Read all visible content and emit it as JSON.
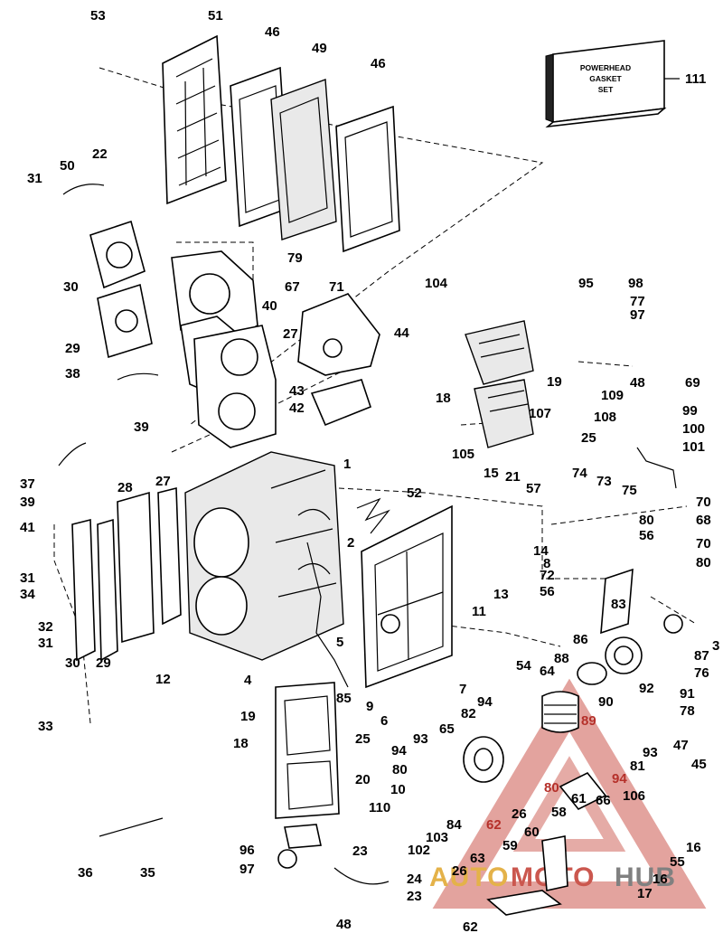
{
  "callouts": [
    {
      "id": "c53",
      "text": "53"
    },
    {
      "id": "c51",
      "text": "51"
    },
    {
      "id": "c46a",
      "text": "46"
    },
    {
      "id": "c49",
      "text": "49"
    },
    {
      "id": "c46b",
      "text": "46"
    },
    {
      "id": "c111",
      "text": "111"
    },
    {
      "id": "c31a",
      "text": "31"
    },
    {
      "id": "c50",
      "text": "50"
    },
    {
      "id": "c22",
      "text": "22"
    },
    {
      "id": "c79",
      "text": "79"
    },
    {
      "id": "c30a",
      "text": "30"
    },
    {
      "id": "c67",
      "text": "67"
    },
    {
      "id": "c71",
      "text": "71"
    },
    {
      "id": "c104",
      "text": "104"
    },
    {
      "id": "c40",
      "text": "40"
    },
    {
      "id": "c29a",
      "text": "29"
    },
    {
      "id": "c27a",
      "text": "27"
    },
    {
      "id": "c44",
      "text": "44"
    },
    {
      "id": "c95",
      "text": "95"
    },
    {
      "id": "c98",
      "text": "98"
    },
    {
      "id": "c77",
      "text": "77"
    },
    {
      "id": "c97a",
      "text": "97"
    },
    {
      "id": "c38",
      "text": "38"
    },
    {
      "id": "c43",
      "text": "43"
    },
    {
      "id": "c42",
      "text": "42"
    },
    {
      "id": "c39a",
      "text": "39"
    },
    {
      "id": "c18a",
      "text": "18"
    },
    {
      "id": "c19a",
      "text": "19"
    },
    {
      "id": "c107",
      "text": "107"
    },
    {
      "id": "c109",
      "text": "109"
    },
    {
      "id": "c108",
      "text": "108"
    },
    {
      "id": "c48a",
      "text": "48"
    },
    {
      "id": "c69",
      "text": "69"
    },
    {
      "id": "c99",
      "text": "99"
    },
    {
      "id": "c100",
      "text": "100"
    },
    {
      "id": "c25a",
      "text": "25"
    },
    {
      "id": "c101",
      "text": "101"
    },
    {
      "id": "c37",
      "text": "37"
    },
    {
      "id": "c1",
      "text": "1"
    },
    {
      "id": "c52",
      "text": "52"
    },
    {
      "id": "c105",
      "text": "105"
    },
    {
      "id": "c15",
      "text": "15"
    },
    {
      "id": "c21",
      "text": "21"
    },
    {
      "id": "c57",
      "text": "57"
    },
    {
      "id": "c74",
      "text": "74"
    },
    {
      "id": "c73",
      "text": "73"
    },
    {
      "id": "c75",
      "text": "75"
    },
    {
      "id": "c39b",
      "text": "39"
    },
    {
      "id": "c28",
      "text": "28"
    },
    {
      "id": "c27b",
      "text": "27"
    },
    {
      "id": "c70a",
      "text": "70"
    },
    {
      "id": "c68",
      "text": "68"
    },
    {
      "id": "c80a",
      "text": "80"
    },
    {
      "id": "c56a",
      "text": "56"
    },
    {
      "id": "c70b",
      "text": "70"
    },
    {
      "id": "c80b",
      "text": "80"
    },
    {
      "id": "c41",
      "text": "41"
    },
    {
      "id": "c2",
      "text": "2"
    },
    {
      "id": "c14",
      "text": "14"
    },
    {
      "id": "c8",
      "text": "8"
    },
    {
      "id": "c31b",
      "text": "31"
    },
    {
      "id": "c72",
      "text": "72"
    },
    {
      "id": "c56b",
      "text": "56"
    },
    {
      "id": "c34",
      "text": "34"
    },
    {
      "id": "c13",
      "text": "13"
    },
    {
      "id": "c83",
      "text": "83"
    },
    {
      "id": "c3",
      "text": "3"
    },
    {
      "id": "c32",
      "text": "32"
    },
    {
      "id": "c31c",
      "text": "31"
    },
    {
      "id": "c30b",
      "text": "30"
    },
    {
      "id": "c29b",
      "text": "29"
    },
    {
      "id": "c11",
      "text": "11"
    },
    {
      "id": "c86",
      "text": "86"
    },
    {
      "id": "c87",
      "text": "87"
    },
    {
      "id": "c5",
      "text": "5"
    },
    {
      "id": "c12",
      "text": "12"
    },
    {
      "id": "c88",
      "text": "88"
    },
    {
      "id": "c76",
      "text": "76"
    },
    {
      "id": "c54",
      "text": "54"
    },
    {
      "id": "c64",
      "text": "64"
    },
    {
      "id": "c4",
      "text": "4"
    },
    {
      "id": "c85",
      "text": "85"
    },
    {
      "id": "c7",
      "text": "7"
    },
    {
      "id": "c94a",
      "text": "94"
    },
    {
      "id": "c92",
      "text": "92"
    },
    {
      "id": "c91",
      "text": "91"
    },
    {
      "id": "c90",
      "text": "90"
    },
    {
      "id": "c78",
      "text": "78"
    },
    {
      "id": "c9",
      "text": "9"
    },
    {
      "id": "c6",
      "text": "6"
    },
    {
      "id": "c82",
      "text": "82"
    },
    {
      "id": "c89",
      "text": "89",
      "red": true
    },
    {
      "id": "c33",
      "text": "33"
    },
    {
      "id": "c19b",
      "text": "19"
    },
    {
      "id": "c65",
      "text": "65"
    },
    {
      "id": "c93a",
      "text": "93"
    },
    {
      "id": "c93b",
      "text": "93"
    },
    {
      "id": "c18b",
      "text": "18"
    },
    {
      "id": "c25b",
      "text": "25"
    },
    {
      "id": "c94b",
      "text": "94"
    },
    {
      "id": "c81",
      "text": "81"
    },
    {
      "id": "c47",
      "text": "47"
    },
    {
      "id": "c94c",
      "text": "94",
      "red": true
    },
    {
      "id": "c80c",
      "text": "80"
    },
    {
      "id": "c20",
      "text": "20"
    },
    {
      "id": "c45",
      "text": "45"
    },
    {
      "id": "c80d",
      "text": "80",
      "red": true
    },
    {
      "id": "c10",
      "text": "10"
    },
    {
      "id": "c106",
      "text": "106"
    },
    {
      "id": "c110",
      "text": "110"
    },
    {
      "id": "c61",
      "text": "61"
    },
    {
      "id": "c66",
      "text": "66"
    },
    {
      "id": "c26a",
      "text": "26"
    },
    {
      "id": "c58",
      "text": "58"
    },
    {
      "id": "c84",
      "text": "84"
    },
    {
      "id": "c62a",
      "text": "62",
      "red": true
    },
    {
      "id": "c60",
      "text": "60"
    },
    {
      "id": "c103",
      "text": "103"
    },
    {
      "id": "c102",
      "text": "102"
    },
    {
      "id": "c16a",
      "text": "16"
    },
    {
      "id": "c96",
      "text": "96"
    },
    {
      "id": "c23a",
      "text": "23"
    },
    {
      "id": "c59",
      "text": "59"
    },
    {
      "id": "c55",
      "text": "55"
    },
    {
      "id": "c63",
      "text": "63"
    },
    {
      "id": "c97b",
      "text": "97"
    },
    {
      "id": "c36",
      "text": "36"
    },
    {
      "id": "c35",
      "text": "35"
    },
    {
      "id": "c24",
      "text": "24"
    },
    {
      "id": "c26b",
      "text": "26"
    },
    {
      "id": "c16b",
      "text": "16"
    },
    {
      "id": "c23b",
      "text": "23"
    },
    {
      "id": "c17",
      "text": "17"
    },
    {
      "id": "c48b",
      "text": "48"
    },
    {
      "id": "c62b",
      "text": "62"
    }
  ],
  "gasket_box": {
    "line1": "POWERHEAD",
    "line2": "GASKET",
    "line3": "SET"
  },
  "watermark": {
    "part1": "AUTO",
    "part2": "MOTO",
    "part3": "HUB"
  },
  "colors": {
    "ink": "#000000",
    "watermark_orange": "#e0a52a",
    "watermark_red": "#c23a30",
    "watermark_gray": "#6b6b6b"
  }
}
